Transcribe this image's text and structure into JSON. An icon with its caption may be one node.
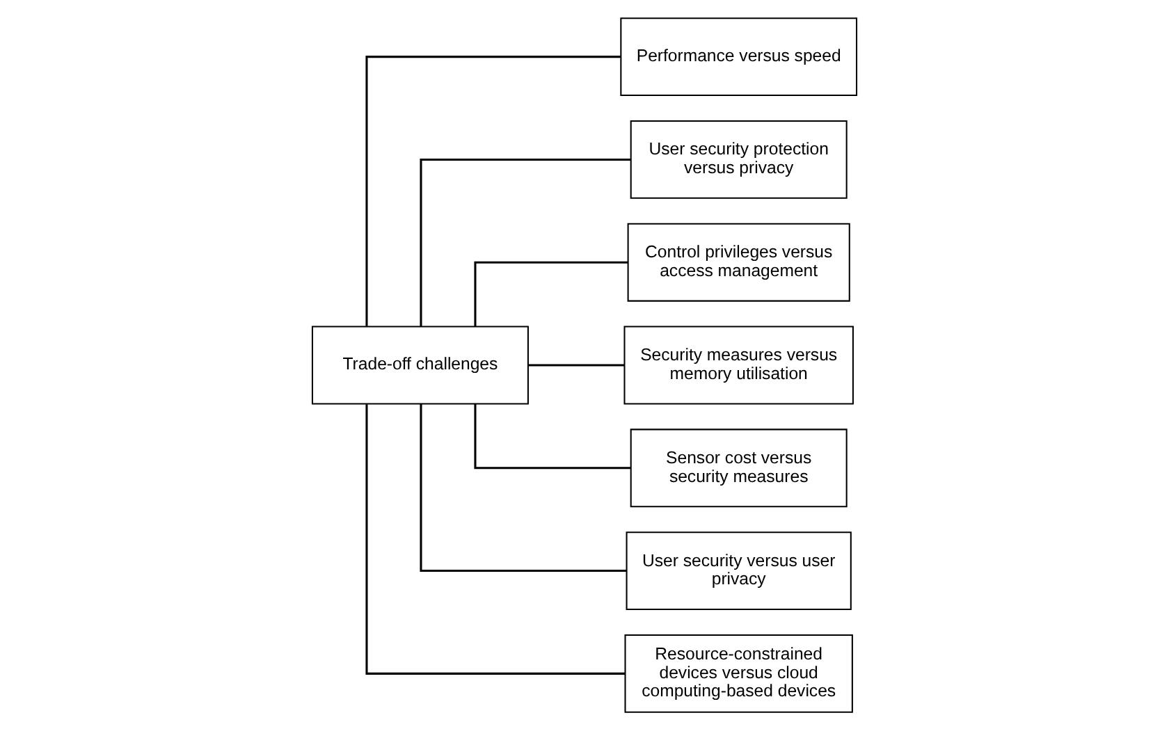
{
  "diagram": {
    "nodes": [
      {
        "text": [
          "Trade-off challenges"
        ]
      },
      {
        "text": [
          "Performance versus speed"
        ]
      },
      {
        "text": [
          "User security protection versus privacy"
        ]
      },
      {
        "text": [
          "Control privileges versus access management"
        ]
      },
      {
        "text": [
          "Security measures versus memory utilisation"
        ]
      },
      {
        "text": [
          "Sensor cost versus security measures"
        ]
      },
      {
        "text": [
          "User security versus user privacy"
        ]
      },
      {
        "text": [
          "Resource-constrained devices versus cloud computing-based devices"
        ]
      }
    ],
    "edges": [
      {
        "from": 0,
        "to": 1,
        "arrow": "none"
      },
      {
        "from": 0,
        "to": 2,
        "arrow": "none"
      },
      {
        "from": 0,
        "to": 3,
        "arrow": "none"
      },
      {
        "from": 0,
        "to": 4,
        "arrow": "none"
      },
      {
        "from": 0,
        "to": 5,
        "arrow": "none"
      },
      {
        "from": 0,
        "to": 6,
        "arrow": "none"
      },
      {
        "from": 0,
        "to": 7,
        "arrow": "none"
      }
    ]
  }
}
